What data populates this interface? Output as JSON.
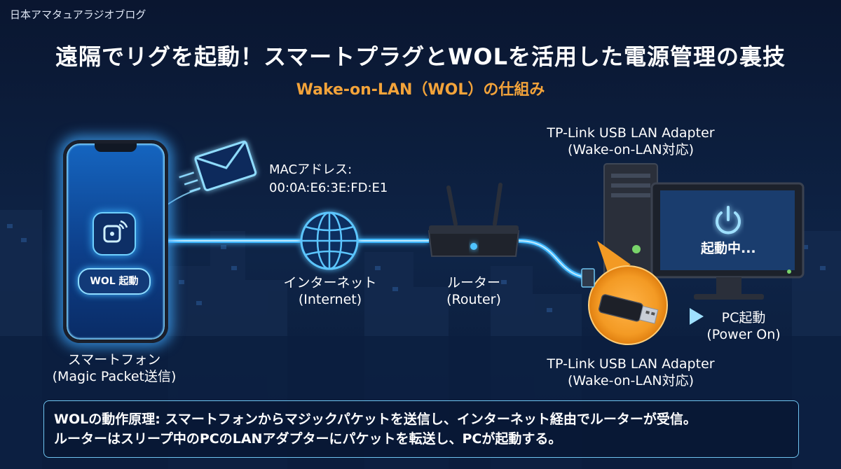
{
  "header": {
    "blog_name": "日本アマタュアラジオブログ",
    "title": "遠隔でリグを起動！スマートプラグとWOLを活用した電源管理の裏技",
    "subtitle": "Wake-on-LAN（WOL）の仕組み"
  },
  "phone": {
    "button_label": "WOL 起動",
    "label_line1": "スマートフォン",
    "label_line2": "(Magic Packet送信)"
  },
  "packet": {
    "label_line1": "MACアドレス:",
    "label_line2": "00:0A:E6:3E:FD:E1"
  },
  "internet": {
    "label_line1": "インターネット",
    "label_line2": "(Internet)"
  },
  "router": {
    "label_line1": "ルーター",
    "label_line2": "(Router)"
  },
  "adapter_top": {
    "label_line1": "TP-Link USB LAN Adapter",
    "label_line2": "(Wake-on-LAN対応)"
  },
  "adapter_bottom": {
    "label_line1": "TP-Link USB LAN Adapter",
    "label_line2": "(Wake-on-LAN対応)"
  },
  "pc": {
    "screen_text": "起動中...",
    "status_line1": "PC起動",
    "status_line2": "(Power On)"
  },
  "info": {
    "line1": "WOLの動作原理: スマートフォンからマジックパケットを送信し、インターネット経由でルーターが受信。",
    "line2": "ルーターはスリープ中のPCのLANアダプターにパケットを転送し、PCが起動する。"
  },
  "colors": {
    "background": "#0b1a33",
    "accent_orange": "#f3a33a",
    "glow_blue": "#3fb6ff"
  }
}
